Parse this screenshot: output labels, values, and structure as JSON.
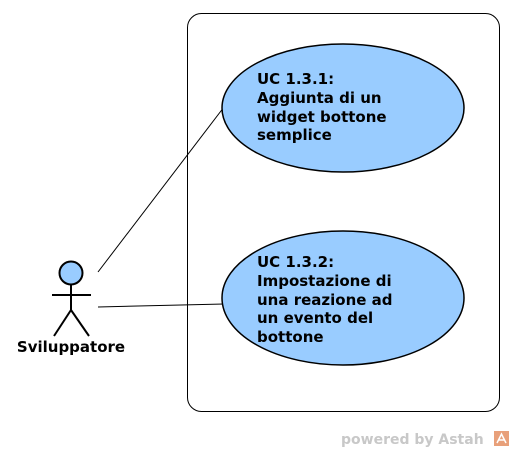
{
  "colors": {
    "use_case_fill": "#99ccff",
    "actor_fill": "#99ccff",
    "stroke": "#000000",
    "boundary_fill": "#ffffff",
    "watermark_text": "#c8c8c8",
    "watermark_logo": "#e8a07a"
  },
  "actor": {
    "name": "Sviluppatore"
  },
  "use_cases": [
    {
      "id": "uc-1-3-1",
      "lines": [
        "UC 1.3.1:",
        "Aggiunta di un",
        "widget bottone",
        "semplice"
      ]
    },
    {
      "id": "uc-1-3-2",
      "lines": [
        "UC 1.3.2:",
        "Impostazione di",
        "una reazione ad",
        "un evento del",
        "bottone"
      ]
    }
  ],
  "watermark": {
    "text": "powered by Astah",
    "logo": "astah-logo-icon"
  }
}
